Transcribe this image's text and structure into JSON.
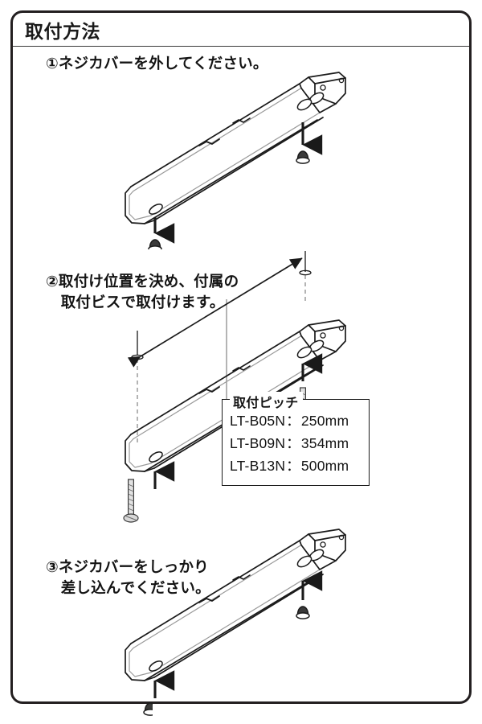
{
  "document": {
    "title": "取付方法"
  },
  "steps": [
    {
      "id": "step-1",
      "number": "①",
      "lines": [
        "①ネジカバーを外してください。"
      ],
      "text": "①ネジカバーを外してください。",
      "illustration": "light-fixture-screw-cover-removal"
    },
    {
      "id": "step-2",
      "number": "②",
      "lines": [
        "②取付け位置を決め、付属の",
        "　取付ビスで取付けます。"
      ],
      "text": "②取付け位置を決め、付属の\n　取付ビスで取付けます。",
      "illustration": "light-fixture-mounting-screws"
    },
    {
      "id": "step-3",
      "number": "③",
      "lines": [
        "③ネジカバーをしっかり",
        "　差し込んでください。"
      ],
      "text": "③ネジカバーをしっかり\n　差し込んでください。",
      "illustration": "light-fixture-screw-cover-insertion"
    }
  ],
  "pitch_box": {
    "legend": "取付ピッチ",
    "rows": [
      {
        "model": "LT-B05N",
        "separator": "：",
        "value": "250mm"
      },
      {
        "model": "LT-B09N",
        "separator": "：",
        "value": "354mm"
      },
      {
        "model": "LT-B13N",
        "separator": "：",
        "value": "500mm"
      }
    ]
  },
  "colors": {
    "frame": "#231f20",
    "ink": "#1a1a1a",
    "line_light": "#8a8a8a",
    "paper": "#ffffff"
  },
  "icons": {
    "screw_cover": "screw-cover-cap-icon",
    "mounting_screw": "mounting-screw-icon",
    "arrow_down": "arrow-down-icon",
    "arrow_up": "arrow-up-icon",
    "dimension_arrow": "dimension-double-arrow-icon",
    "center_line": "center-line-icon"
  }
}
